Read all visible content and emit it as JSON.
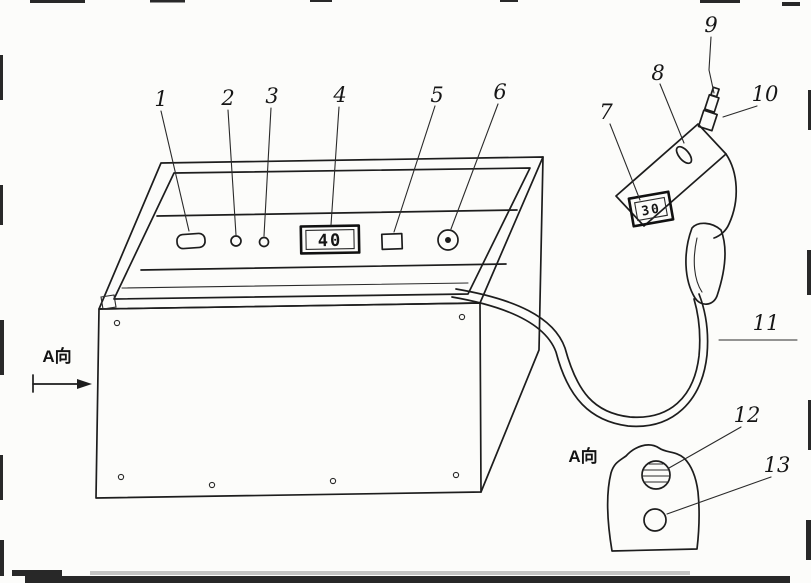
{
  "callouts": {
    "n1": "1",
    "n2": "2",
    "n3": "3",
    "n4": "4",
    "n5": "5",
    "n6": "6",
    "n7": "7",
    "n8": "8",
    "n9": "9",
    "n10": "10",
    "n11": "11",
    "n12": "12",
    "n13": "13"
  },
  "displays": {
    "panel_value": "40",
    "handheld_value": "30"
  },
  "labels": {
    "view_direction": "A向",
    "detail_view": "A向"
  },
  "colors": {
    "ink": "#1d1d1d",
    "paper": "#fcfcfa"
  }
}
